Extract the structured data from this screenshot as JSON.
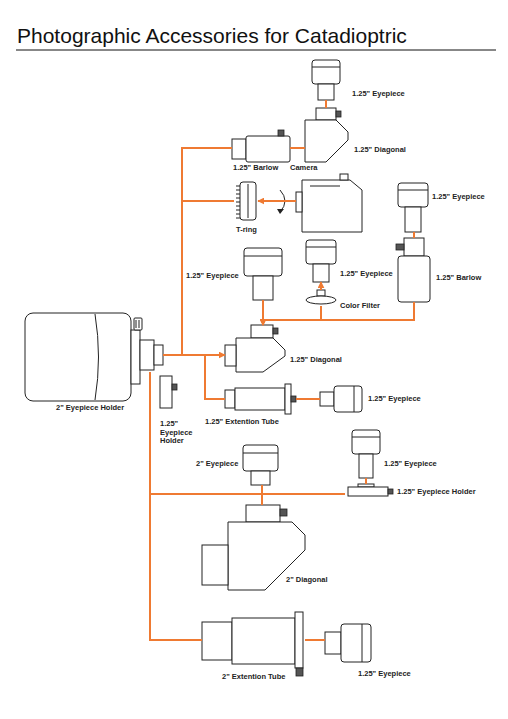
{
  "diagram": {
    "title": "Photographic Accessories for Catadioptric",
    "nodes": [
      {
        "text": [
          "1.25\" Eyepiece"
        ]
      },
      {
        "text": [
          "1.25\" Diagonal"
        ]
      },
      {
        "text": [
          "1.25\" Barlow"
        ]
      },
      {
        "text": [
          "Camera"
        ]
      },
      {
        "text": [
          "T-ring"
        ]
      },
      {
        "text": [
          "1.25\" Eyepiece"
        ]
      },
      {
        "text": [
          "1.25\" Eyepiece"
        ]
      },
      {
        "text": [
          "1.25\" Eyepiece"
        ]
      },
      {
        "text": [
          "1.25\" Barlow"
        ]
      },
      {
        "text": [
          "Color Filter"
        ]
      },
      {
        "text": [
          "1.25\" Diagonal"
        ]
      },
      {
        "text": [
          "2\" Eyepiece Holder"
        ]
      },
      {
        "text": [
          "1.25\" Extention Tube"
        ]
      },
      {
        "text": [
          "1.25\" Eyepiece"
        ]
      },
      {
        "text": [
          "1.25\" Eyepiece Holder"
        ]
      },
      {
        "text": [
          "2\" Eyepiece"
        ]
      },
      {
        "text": [
          "1.25\" Eyepiece"
        ]
      },
      {
        "text": [
          "1.25\" Eyepiece Holder"
        ]
      },
      {
        "text": [
          "2\" Diagonal"
        ]
      },
      {
        "text": [
          "2\" Extention Tube"
        ]
      },
      {
        "text": [
          "1.25\" Eyepiece"
        ]
      }
    ],
    "edges": [
      {
        "from": 11,
        "to": 2,
        "arrow": "none"
      },
      {
        "from": 11,
        "to": 4,
        "arrow": "none"
      },
      {
        "from": 11,
        "to": 10,
        "arrow": "to"
      },
      {
        "from": 11,
        "to": 12,
        "arrow": "none"
      },
      {
        "from": 2,
        "to": 1,
        "arrow": "none"
      },
      {
        "from": 0,
        "to": 1,
        "arrow": "none"
      },
      {
        "from": 3,
        "to": 4,
        "arrow": "to"
      },
      {
        "from": 5,
        "to": 8,
        "arrow": "none"
      },
      {
        "from": 6,
        "to": 10,
        "arrow": "to"
      },
      {
        "from": 9,
        "to": 10,
        "arrow": "to"
      },
      {
        "from": 8,
        "to": 10,
        "arrow": "to"
      },
      {
        "from": 9,
        "to": 7,
        "arrow": "to"
      },
      {
        "from": 12,
        "to": 13,
        "arrow": "none"
      },
      {
        "from": 11,
        "to": 18,
        "arrow": "none"
      },
      {
        "from": 15,
        "to": 18,
        "arrow": "none"
      },
      {
        "from": 17,
        "to": 18,
        "arrow": "none"
      },
      {
        "from": 16,
        "to": 17,
        "arrow": "none"
      },
      {
        "from": 11,
        "to": 19,
        "arrow": "none"
      },
      {
        "from": 19,
        "to": 20,
        "arrow": "none"
      }
    ]
  }
}
